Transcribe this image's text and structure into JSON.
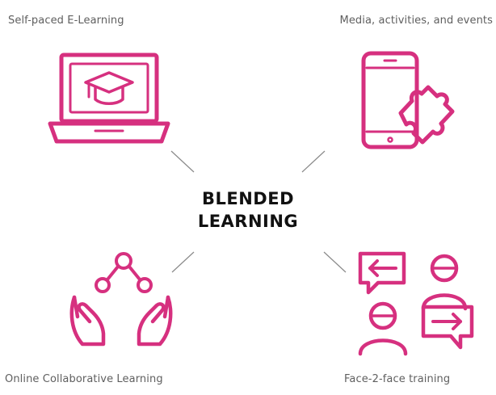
{
  "colors": {
    "accent": "#d6307f",
    "label_text": "#5f5f5f",
    "title_text": "#111111",
    "connector": "#8a8a8a"
  },
  "diagram": {
    "center": {
      "line1": "BLENDED",
      "line2": "LEARNING"
    },
    "nodes": [
      {
        "label": "Self-paced E-Learning",
        "icon": "laptop-graduation-cap-icon"
      },
      {
        "label": "Media, activities, and events",
        "icon": "smartphone-puzzle-icon"
      },
      {
        "label": "Online Collaborative Learning",
        "icon": "hands-network-icon"
      },
      {
        "label": "Face-2-face training",
        "icon": "people-chat-arrows-icon"
      }
    ]
  }
}
